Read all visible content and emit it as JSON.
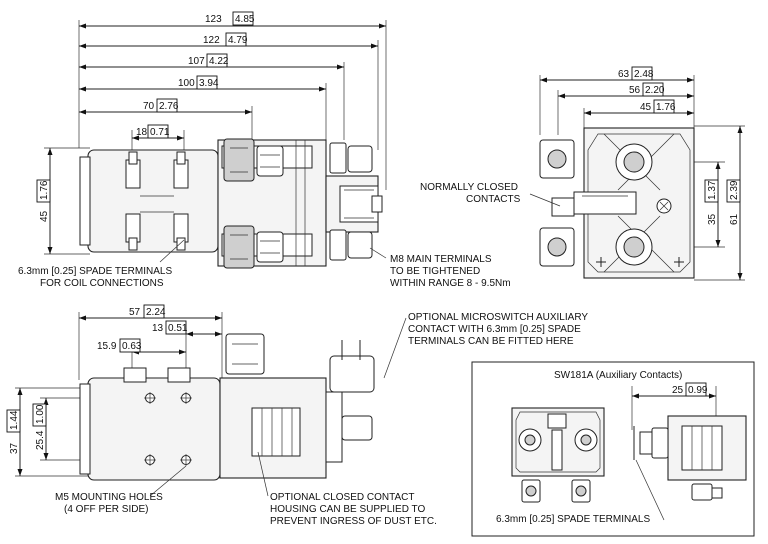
{
  "dimensions": {
    "d123": {
      "mm": "123",
      "in": "4.85"
    },
    "d122": {
      "mm": "122",
      "in": "4.79"
    },
    "d107": {
      "mm": "107",
      "in": "4.22"
    },
    "d100": {
      "mm": "100",
      "in": "3.94"
    },
    "d70": {
      "mm": "70",
      "in": "2.76"
    },
    "d18": {
      "mm": "18",
      "in": "0.71"
    },
    "d45h": {
      "mm": "45",
      "in": "1.76"
    },
    "d63": {
      "mm": "63",
      "in": "2.48"
    },
    "d56": {
      "mm": "56",
      "in": "2.20"
    },
    "d45w": {
      "mm": "45",
      "in": "1.76"
    },
    "d35": {
      "mm": "35",
      "in": "1.37"
    },
    "d61": {
      "mm": "61",
      "in": "2.39"
    },
    "d57": {
      "mm": "57",
      "in": "2.24"
    },
    "d13": {
      "mm": "13",
      "in": "0.51"
    },
    "d15_9": {
      "mm": "15.9",
      "in": "0.63"
    },
    "d37": {
      "mm": "37",
      "in": "1.44"
    },
    "d25_4": {
      "mm": "25.4",
      "in": "1.00"
    },
    "d25": {
      "mm": "25",
      "in": "0.99"
    }
  },
  "notes": {
    "coil_terminals": [
      "6.3mm [0.25] SPADE TERMINALS",
      "FOR COIL CONNECTIONS"
    ],
    "main_terminals": [
      "M8 MAIN TERMINALS",
      "TO BE TIGHTENED",
      "WITHIN RANGE 8 - 9.5Nm"
    ],
    "normally_closed": [
      "NORMALLY CLOSED",
      "CONTACTS"
    ],
    "microswitch": [
      "OPTIONAL MICROSWITCH AUXILIARY",
      "CONTACT WITH 6.3mm [0.25] SPADE",
      "TERMINALS CAN BE FITTED HERE"
    ],
    "mounting_holes": [
      "M5 MOUNTING HOLES",
      "(4 OFF PER SIDE)"
    ],
    "closed_housing": [
      "OPTIONAL CLOSED CONTACT",
      "HOUSING CAN BE SUPPLIED TO",
      "PREVENT INGRESS OF DUST ETC."
    ],
    "spade_terminals": "6.3mm [0.25] SPADE TERMINALS"
  },
  "inset": {
    "title": "SW181A (Auxiliary Contacts)"
  }
}
